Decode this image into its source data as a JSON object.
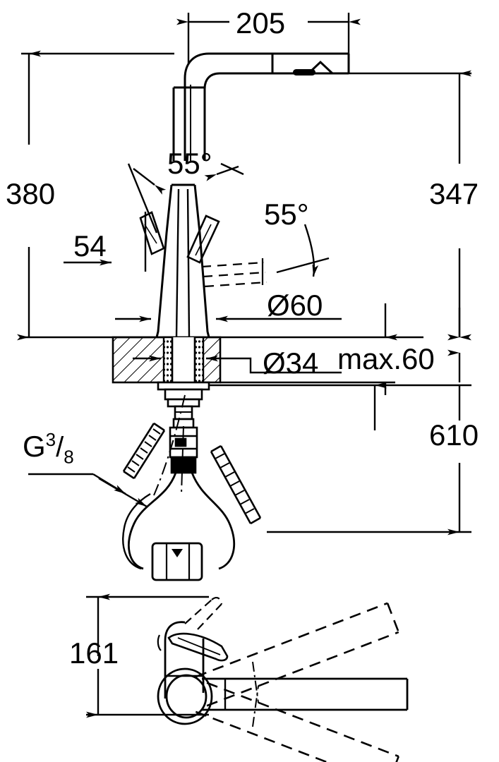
{
  "drawing": {
    "kind": "technical-dimension-drawing",
    "subject": "pull-out kitchen mixer tap",
    "units": "mm",
    "line_color": "#000000",
    "background_color": "#ffffff"
  },
  "dimensions": {
    "spout_reach": "205",
    "total_height": "380",
    "spout_height": "347",
    "lever_clearance": "54",
    "lever_swing_angle": "55°",
    "lever_tilt_angle": "55°",
    "base_diameter": "Ø60",
    "hole_diameter": "Ø34",
    "max_deck_thickness": "max.60",
    "hose_length": "610",
    "plan_height": "161",
    "connection_thread_prefix": "G",
    "connection_thread_numerator": "3",
    "connection_thread_slash": "/",
    "connection_thread_denominator": "8"
  },
  "views": {
    "elevation": "front elevation with swivel and tilt angles",
    "plan": "side view showing spout swivel range"
  }
}
